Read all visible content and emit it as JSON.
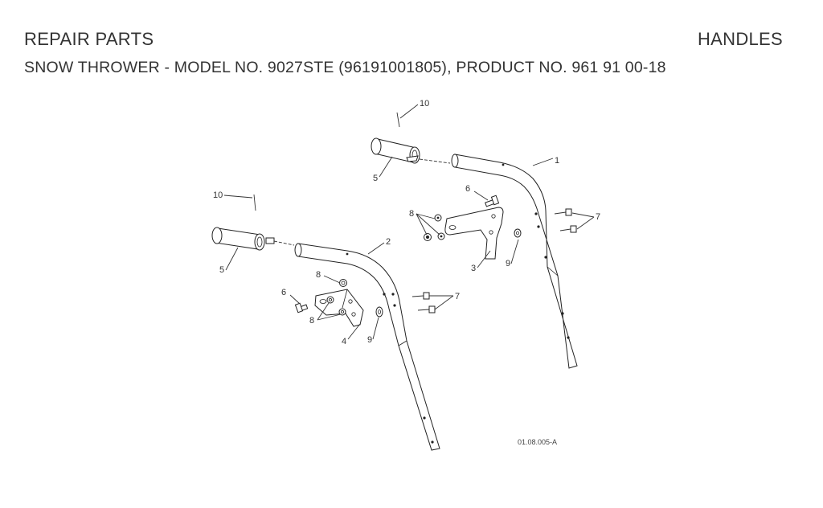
{
  "header": {
    "left_title": "REPAIR PARTS",
    "right_title": "HANDLES",
    "subtitle": "SNOW THROWER - MODEL NO. 9027STE (96191001805), PRODUCT NO. 961 91 00-18"
  },
  "diagram": {
    "reference_code": "01.08.005-A",
    "callouts": {
      "c1": "1",
      "c2": "2",
      "c3": "3",
      "c4": "4",
      "c5a": "5",
      "c5b": "5",
      "c6a": "6",
      "c6b": "6",
      "c7a": "7",
      "c7b": "7",
      "c8a": "8",
      "c8b": "8",
      "c8c": "8",
      "c9a": "9",
      "c9b": "9",
      "c10a": "10",
      "c10b": "10"
    }
  }
}
